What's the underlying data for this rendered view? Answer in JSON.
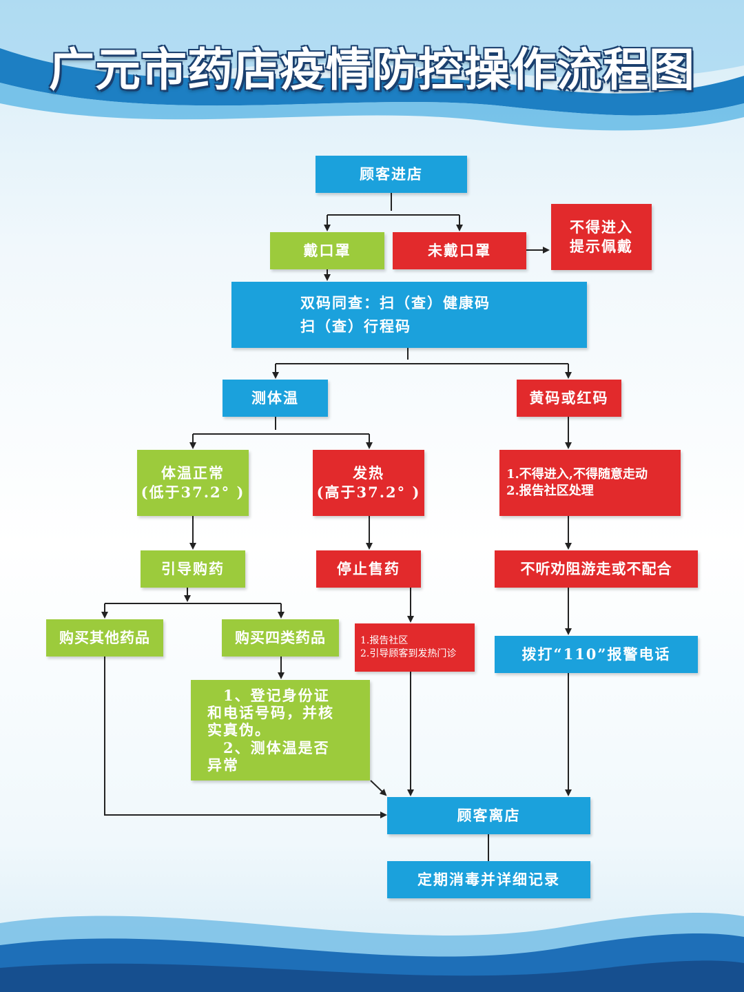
{
  "title": "广元市药店疫情防控操作流程图",
  "colors": {
    "blue": "#1ba1dc",
    "green": "#9ccb3c",
    "red": "#e22a2c",
    "line": "#222222"
  },
  "nodes": {
    "customer_enter": "顾客进店",
    "wear_mask": "戴口罩",
    "no_mask": "未戴口罩",
    "no_entry_remind": "不得进入\n提示佩戴",
    "dual_code_check": "双码同查：扫（查）健康码\n          扫（查）行程码",
    "measure_temp": "测体温",
    "yellow_red_code": "黄码或红码",
    "temp_normal": "体温正常\n(低于37.2° )",
    "fever": "发热\n(高于37.2° )",
    "no_entry_report": "1.不得进入,不得随意走动\n2.报告社区处理",
    "guide_purchase": "引导购药",
    "stop_sale": "停止售药",
    "refuse_cooperate": "不听劝阻游走或不配合",
    "buy_other_drugs": "购买其他药品",
    "buy_four_class_drugs": "购买四类药品",
    "report_community_fever_clinic": "1.报告社区\n2.引导顾客到发热门诊",
    "call_110": "拨打“110”报警电话",
    "register_id_check_temp": "　1、登记身份证\n和电话号码，并核\n实真伪。\n　2、测体温是否\n异常",
    "customer_leave": "顾客离店",
    "disinfect_record": "定期消毒并详细记录"
  }
}
